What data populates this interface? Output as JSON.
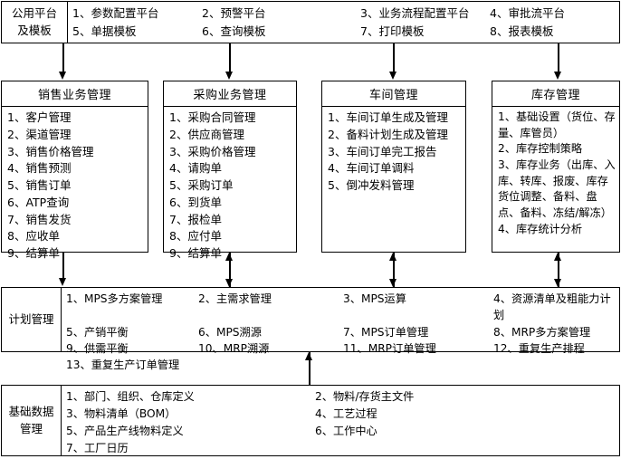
{
  "diagram": {
    "title": "ERP 系统功能模块架构图",
    "line_color": "#000000",
    "background": "#ffffff"
  },
  "top_platform": {
    "label": "公用平台\n及模板",
    "label_line1": "公用平台",
    "label_line2": "及模板",
    "items": [
      "1、参数配置平台",
      "2、预警平台",
      "3、业务流程配置平台",
      "4、审批流平台",
      "5、单据模板",
      "6、查询模板",
      "7、打印模板",
      "8、报表模板"
    ]
  },
  "modules": [
    {
      "id": "sales",
      "title": "销售业务管理",
      "items": [
        "1、客户管理",
        "2、渠道管理",
        "3、销售价格管理",
        "4、销售预测",
        "5、销售订单",
        "6、ATP查询",
        "7、销售发货",
        "8、应收单",
        "9、结算单"
      ]
    },
    {
      "id": "purchase",
      "title": "采购业务管理",
      "items": [
        "1、采购合同管理",
        "2、供应商管理",
        "3、采购价格管理",
        "4、请购单",
        "5、采购订单",
        "6、到货单",
        "7、报检单",
        "8、应付单",
        "9、结算单"
      ]
    },
    {
      "id": "workshop",
      "title": "车间管理",
      "items": [
        "1、车间订单生成及管理",
        "2、备料计划生成及管理",
        "3、车间订单完工报告",
        "4、车间订单调料",
        "5、倒冲发料管理"
      ]
    },
    {
      "id": "inventory",
      "title": "库存管理",
      "items": [
        "1、基础设置（货位、存量、库管员）",
        "2、库存控制策略",
        "3、库存业务（出库、入库、转库、报废、库存货位调整、备料、盘点、备料、冻结/解冻）",
        "4、库存统计分析"
      ]
    }
  ],
  "planning": {
    "label_line1": "计划管理",
    "items": [
      "1、MPS多方案管理",
      "2、主需求管理",
      "3、MPS运算",
      "4、资源清单及粗能力计划",
      "5、产销平衡",
      "6、MPS溯源",
      "7、MPS订单管理",
      "8、MRP多方案管理",
      "9、供需平衡",
      "10、MRP溯源",
      "11、MRP订单管理",
      "12、重复生产排程",
      "13、重复生产订单管理"
    ]
  },
  "base_data": {
    "label_line1": "基础数据",
    "label_line2": "管理",
    "items": [
      "1、部门、组织、仓库定义",
      "2、物料/存货主文件",
      "3、物料清单（BOM）",
      "4、工艺过程",
      "5、产品生产线物料定义",
      "6、工作中心",
      "7、工厂日历"
    ]
  },
  "connectors": {
    "platform_to_modules": [
      {
        "name": "platform-to-sales",
        "type": "down"
      },
      {
        "name": "platform-to-purchase",
        "type": "down"
      },
      {
        "name": "platform-to-workshop",
        "type": "down"
      },
      {
        "name": "platform-to-inventory",
        "type": "down"
      }
    ],
    "modules_to_planning": [
      {
        "name": "sales-to-planning",
        "type": "down"
      },
      {
        "name": "purchase-planning",
        "type": "both"
      },
      {
        "name": "workshop-planning",
        "type": "both"
      },
      {
        "name": "inventory-planning",
        "type": "both"
      }
    ],
    "base_to_planning": {
      "name": "base-to-planning",
      "type": "up"
    }
  }
}
